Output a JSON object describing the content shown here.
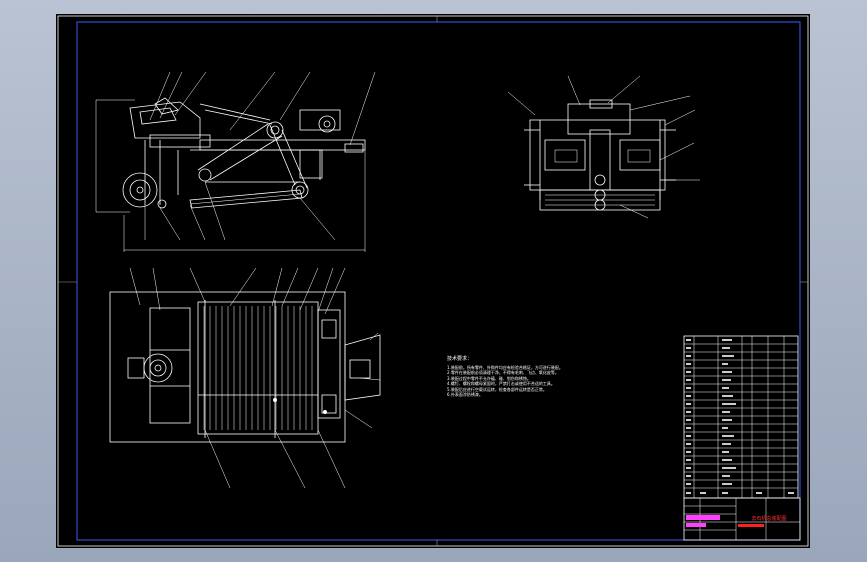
{
  "drawing": {
    "title_block_text": "去石机总装配图",
    "tech_notes_title": "技术要求：",
    "tech_notes": [
      "1.装配前，所有零件、外购件均应有检验合格证，方可进行装配。",
      "2.零件在装配前必须清理干净，不得有毛刺、飞边、氧化皮等。",
      "3.装配过程中零件不允许磕、碰、划伤和锈蚀。",
      "4.螺钉、螺栓和螺母紧固时，严禁打击或使用不合适的工具。",
      "5.装配后应进行空载试运转，检查各部件运转是否正常。",
      "6.外表面涂防锈漆。"
    ]
  }
}
